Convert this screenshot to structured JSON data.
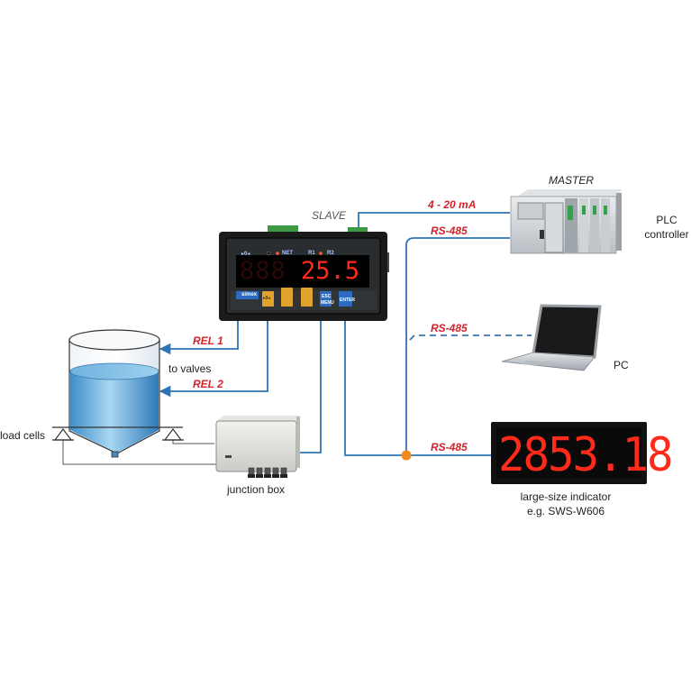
{
  "colors": {
    "connection_line": "#2f74b5",
    "link_label": "#d3222a",
    "display_digits": "#ff2a1a",
    "junction_dot": "#f08a1c"
  },
  "labels": {
    "slave": "SLAVE",
    "master": "MASTER",
    "plc_line1": "PLC",
    "plc_line2": "controller",
    "pc": "PC",
    "to_valves": "to valves",
    "load_cells": "load cells",
    "junction_box": "junction box",
    "large_indicator_line1": "large-size indicator",
    "large_indicator_line2": "e.g. SWS-W606"
  },
  "links": {
    "current_loop": "4 - 20 mA",
    "rs485_plc": "RS-485",
    "rs485_pc": "RS-485",
    "rs485_indicator": "RS-485",
    "rel1": "REL 1",
    "rel2": "REL 2"
  },
  "slave_meter": {
    "display_value": "25.5",
    "display_blank": "888",
    "indicator_zero": "▸0◂",
    "indicator_net": "NET",
    "indicator_r1": "R1",
    "indicator_r2": "R2",
    "brand": "simex",
    "btn_zero": "▸0◂",
    "btn_esc": "ESC",
    "btn_menu": "MENU",
    "btn_enter": "ENTER"
  },
  "large_indicator": {
    "value": "2853.18"
  },
  "icons": {
    "tank": "silo-tank-icon",
    "load_cell": "load-cell-triangle-icon",
    "junction_box": "junction-box-icon",
    "plc": "plc-rack-icon",
    "pc": "laptop-icon",
    "meter": "panel-meter-icon",
    "large_display": "led-display-icon"
  }
}
